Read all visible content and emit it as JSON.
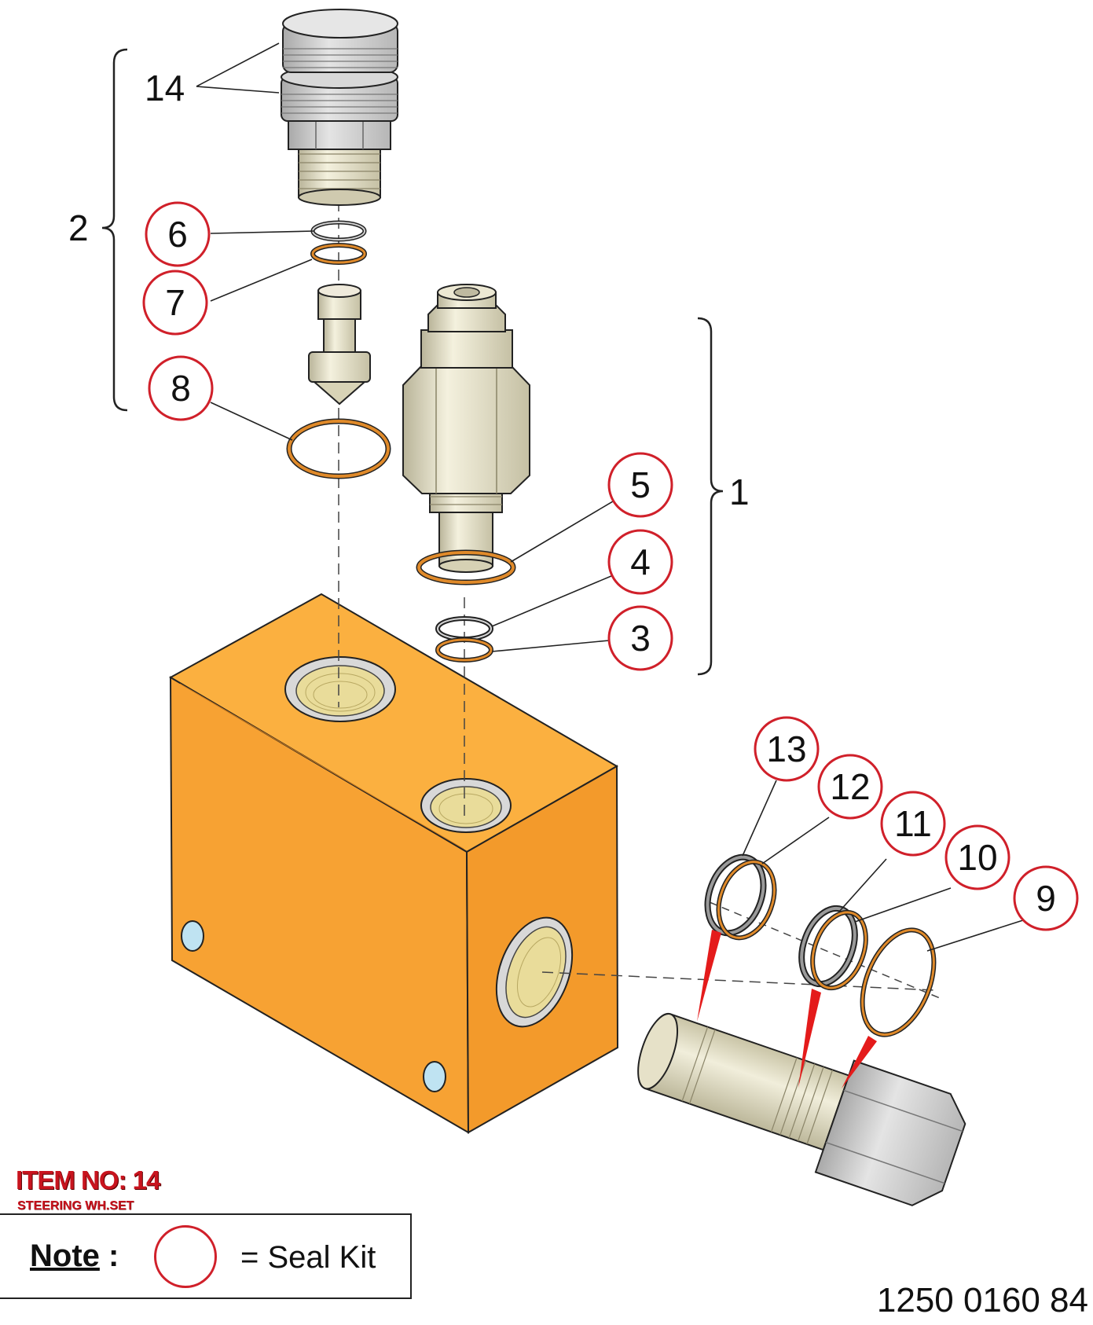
{
  "callouts": [
    {
      "id": "c6",
      "label": "6"
    },
    {
      "id": "c7",
      "label": "7"
    },
    {
      "id": "c8",
      "label": "8"
    },
    {
      "id": "c5",
      "label": "5"
    },
    {
      "id": "c4",
      "label": "4"
    },
    {
      "id": "c3",
      "label": "3"
    },
    {
      "id": "c13",
      "label": "13"
    },
    {
      "id": "c12",
      "label": "12"
    },
    {
      "id": "c11",
      "label": "11"
    },
    {
      "id": "c10",
      "label": "10"
    },
    {
      "id": "c9",
      "label": "9"
    }
  ],
  "labels": {
    "item14": "14",
    "group2": "2",
    "group1": "1"
  },
  "item": {
    "title": "ITEM NO: 14",
    "subtitle": "STEERING WH.SET"
  },
  "note": {
    "label": "Note",
    "colon": " :",
    "equals_text": "= Seal Kit"
  },
  "drawing_number": "1250 0160 84",
  "colors": {
    "block": "#fbb040",
    "callout_ring": "#d0202a",
    "seal_ring": "#e08a2a",
    "part": "#e8e4c8",
    "cap": "#c8c8c8"
  }
}
